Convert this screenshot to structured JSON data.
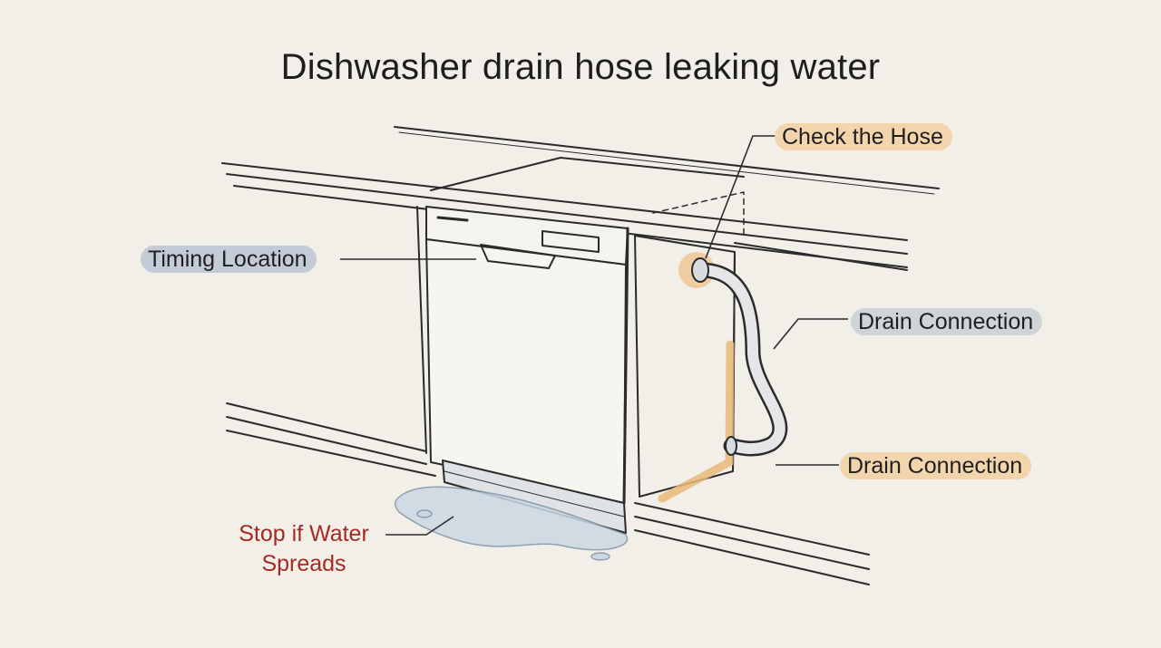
{
  "title": "Dishwasher drain hose leaking water",
  "labels": {
    "check_hose": "Check the Hose",
    "timing_location": "Timing Location",
    "drain_connection_upper": "Drain Connection",
    "drain_connection_lower": "Drain Connection",
    "stop_line1": "Stop if Water",
    "stop_line2": "Spreads"
  },
  "colors": {
    "background": "#f1efe8",
    "line": "#2b2b2b",
    "leak_highlight": "#e9b878",
    "water": "#c8d6e4",
    "warning_text": "#a52a23",
    "pill_blue": "#c3ccd6",
    "pill_orange": "#f2d5ad"
  }
}
